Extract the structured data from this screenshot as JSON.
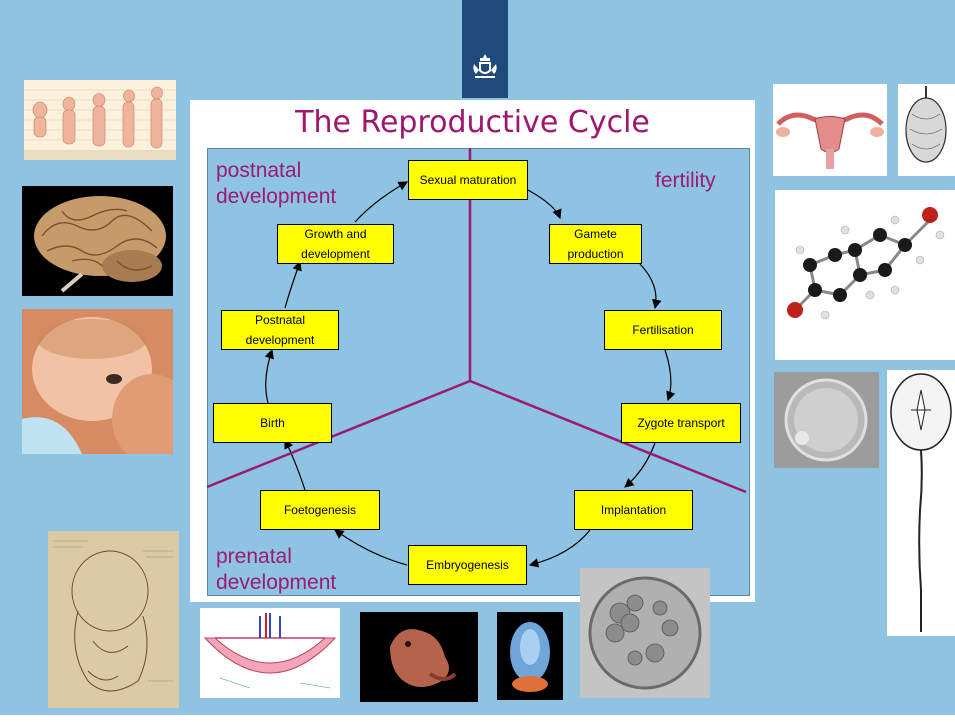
{
  "slide": {
    "title": "The Reproductive Cycle",
    "accent_color": "#a0156e",
    "background_color": "#8fc3e2",
    "emblem_icon": "coat-of-arms-icon"
  },
  "diagram": {
    "sectors": {
      "postnatal": "postnatal development",
      "fertility": "fertility",
      "prenatal": "prenatal development"
    },
    "stages": [
      {
        "id": "sexual-maturation",
        "label": "Sexual maturation"
      },
      {
        "id": "gamete-production",
        "label": "Gamete production"
      },
      {
        "id": "fertilisation",
        "label": "Fertilisation"
      },
      {
        "id": "zygote-transport",
        "label": "Zygote transport"
      },
      {
        "id": "implantation",
        "label": "Implantation"
      },
      {
        "id": "embryogenesis",
        "label": "Embryogenesis"
      },
      {
        "id": "foetogenesis",
        "label": "Foetogenesis"
      },
      {
        "id": "birth",
        "label": "Birth"
      },
      {
        "id": "postnatal-development",
        "label": "Postnatal development"
      },
      {
        "id": "growth-and-development",
        "label": "Growth and development"
      }
    ],
    "box_color": "#ffff00",
    "divider_color": "#9c1a70"
  },
  "images": [
    {
      "name": "child-growth-stages-image"
    },
    {
      "name": "brain-image"
    },
    {
      "name": "breastfeeding-baby-image"
    },
    {
      "name": "foetus-sketch-image"
    },
    {
      "name": "placenta-diagram-image"
    },
    {
      "name": "embryo-image"
    },
    {
      "name": "early-embryo-image"
    },
    {
      "name": "blastocyst-image"
    },
    {
      "name": "uterus-diagram-image"
    },
    {
      "name": "testis-drawing-image"
    },
    {
      "name": "steroid-molecule-image"
    },
    {
      "name": "oocyte-image"
    },
    {
      "name": "sperm-drawing-image"
    }
  ]
}
